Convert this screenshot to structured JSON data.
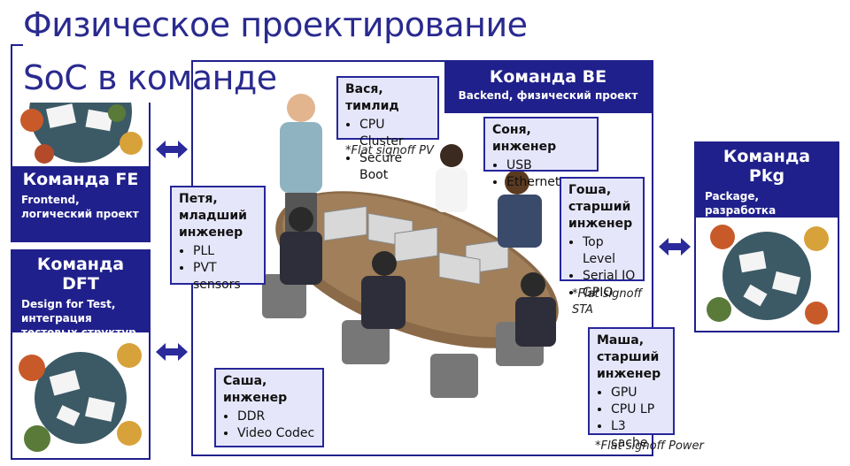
{
  "title": {
    "line1": "Физическое проектирование",
    "line2": "SoC в команде"
  },
  "teams": {
    "fe": {
      "name": "Команда FE",
      "desc": "Frontend, логический проект"
    },
    "dft": {
      "name": "Команда DFT",
      "desc": "Design for Test, интеграция тестовых структур в чип"
    },
    "be": {
      "name": "Команда BE",
      "desc": "Backend, физический проект"
    },
    "pkg": {
      "name": "Команда Pkg",
      "desc": "Package, разработка корпуса"
    }
  },
  "members": {
    "vasya": {
      "name": "Вася, тимлид",
      "tasks": [
        "CPU Cluster",
        "Secure Boot"
      ],
      "note": "*Flat signoff PV"
    },
    "sonya": {
      "name": "Соня, инженер",
      "tasks": [
        "USB",
        "Ethernet"
      ]
    },
    "gosha": {
      "name": "Гоша, старший инженер",
      "tasks": [
        "Top Level",
        "Serial IO",
        "GPIO"
      ],
      "note": "*Flat signoff STA"
    },
    "petya": {
      "name": "Петя, младший инженер",
      "tasks": [
        "PLL",
        "PVT sensors"
      ]
    },
    "sasha": {
      "name": "Саша, инженер",
      "tasks": [
        "DDR",
        "Video Codec"
      ]
    },
    "masha": {
      "name": "Маша, старший инженер",
      "tasks": [
        "GPU",
        "CPU LP",
        "L3 cache"
      ],
      "note": "*Flat signoff Power"
    }
  },
  "colors": {
    "navy": "#20208c",
    "callout_bg": "#e6e6fb",
    "title": "#2a2a8f",
    "arrow": "#2a2a9a"
  }
}
